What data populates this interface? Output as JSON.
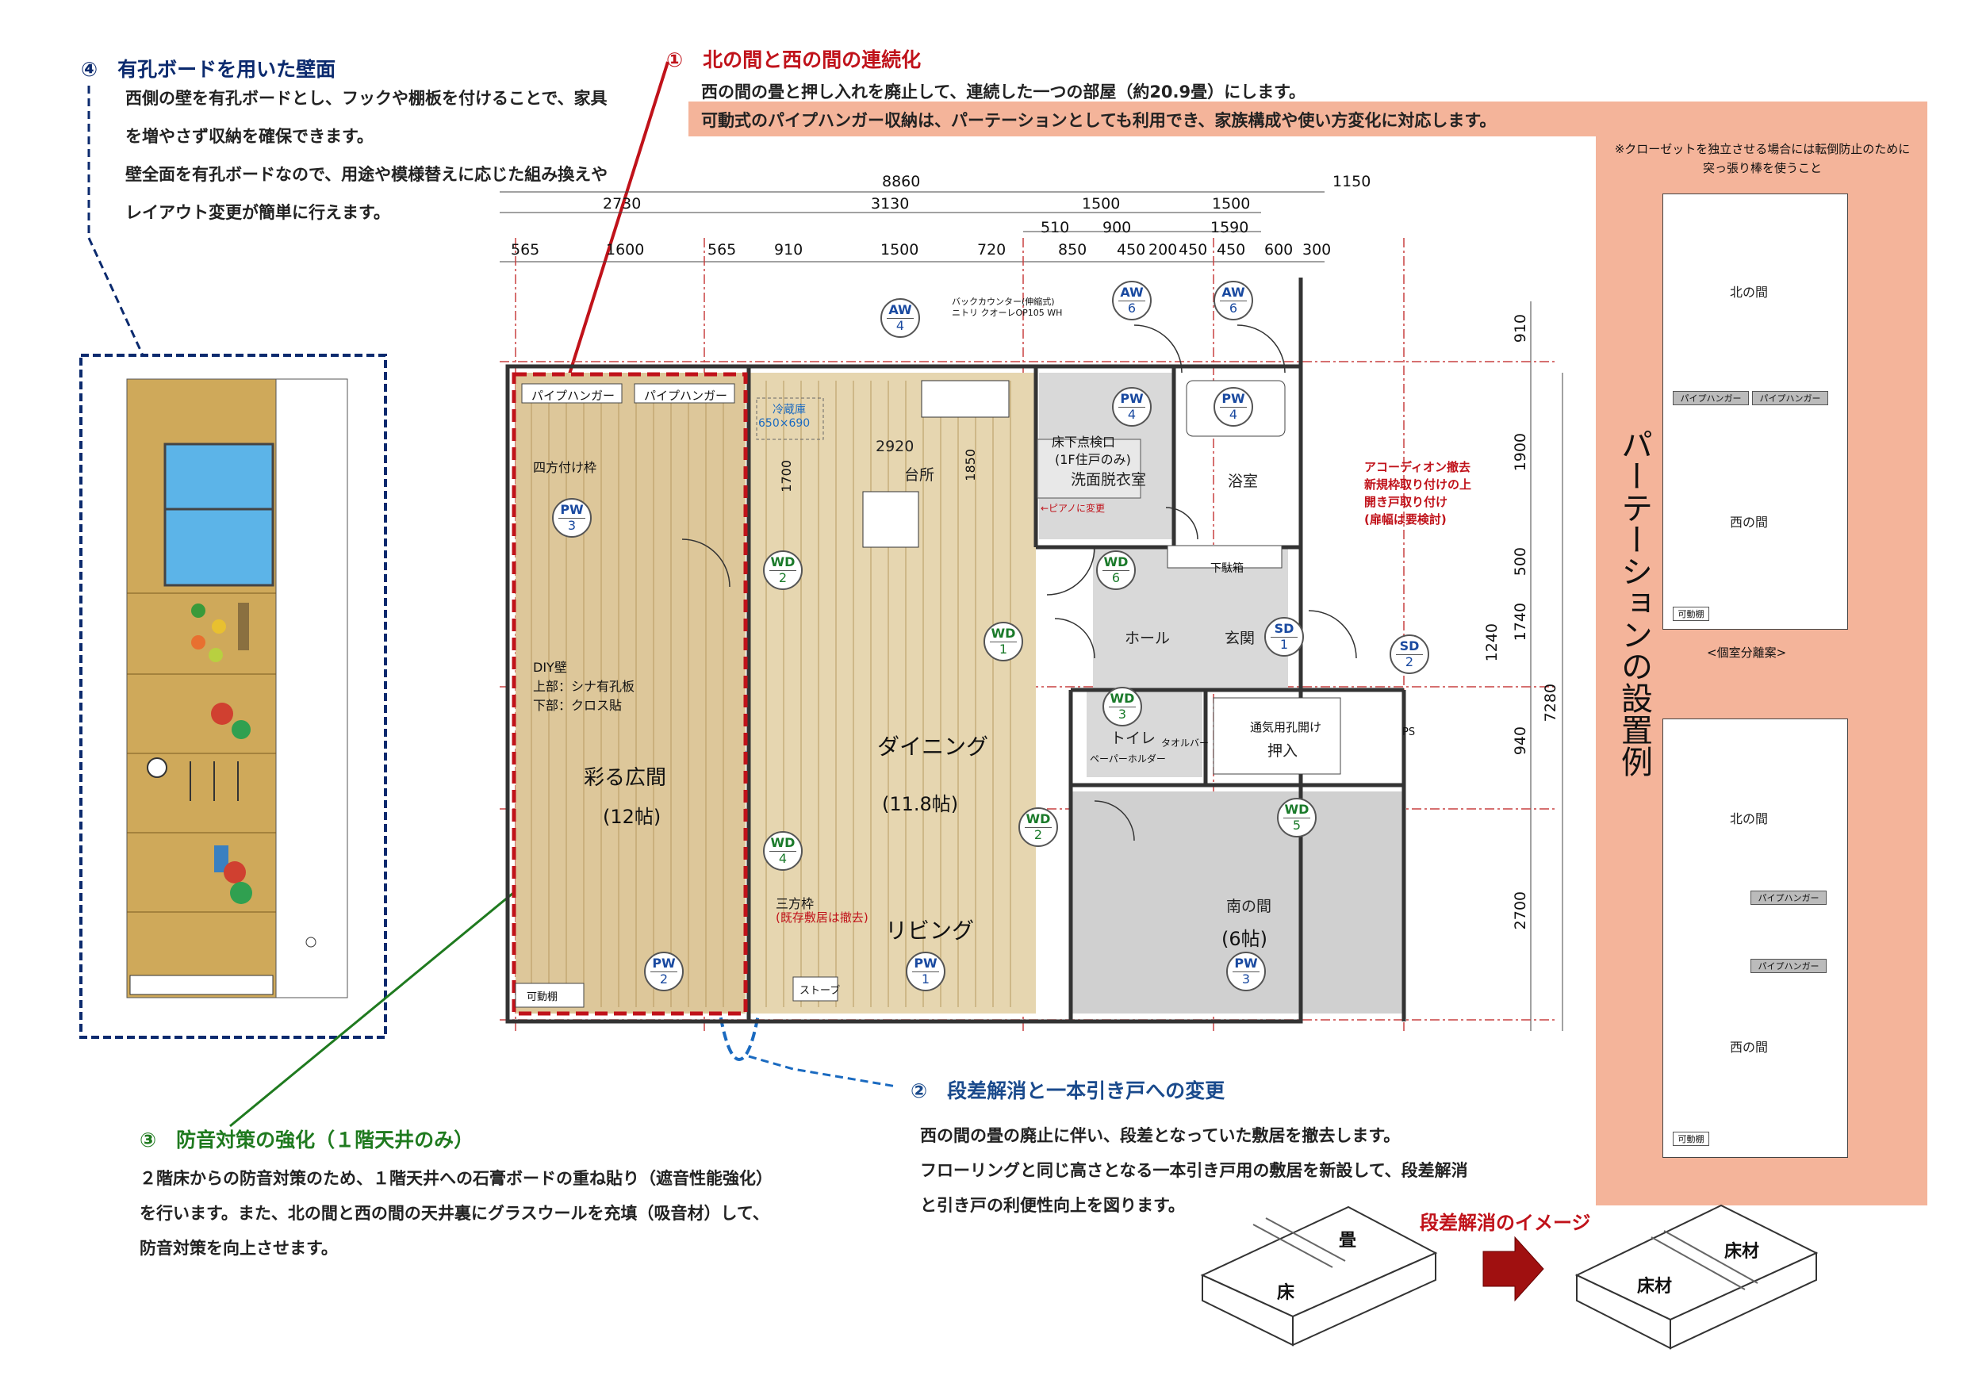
{
  "section4": {
    "heading": "④　有孔ボードを用いた壁面",
    "lines": [
      "西側の壁を有孔ボードとし、フックや棚板を付けることで、家具を増やさず収納を確保できます。",
      "壁全面を有孔ボードなので、用途や模様替えに応じた組み換えやレイアウト変更が簡単に行えます。"
    ]
  },
  "section1": {
    "heading": "①　北の間と西の間の連続化",
    "line1": "西の間の畳と押し入れを廃止して、連続した一つの部屋（約20.9畳）にします。",
    "highlight": "可動式のパイプハンガー収納は、パーテーションとしても利用でき、家族構成や使い方変化に対応します。"
  },
  "section2": {
    "heading": "②　段差解消と一本引き戸への変更",
    "lines": [
      "西の間の畳の廃止に伴い、段差となっていた敷居を撤去します。",
      "フローリングと同じ高さとなる一本引き戸用の敷居を新設して、段差解消",
      "と引き戸の利便性向上を図ります。"
    ],
    "image_title": "段差解消のイメージ",
    "before": {
      "top": "畳",
      "bottom": "床"
    },
    "after": {
      "top": "床材",
      "bottom": "床材"
    }
  },
  "section3": {
    "heading": "③　防音対策の強化（１階天井のみ）",
    "lines": [
      "２階床からの防音対策のため、１階天井への石膏ボードの重ね貼り（遮音性能強化）",
      "を行います。また、北の間と西の間の天井裏にグラスウールを充填（吸音材）して、",
      "防音対策を向上させます。"
    ]
  },
  "partition": {
    "note": "※クローゼットを独立させる場合には転倒防止のために突っ張り棒を使うこと",
    "vertical_title": "パーテーションの設置例",
    "plan1": {
      "north": "北の間",
      "west": "西の間",
      "hanger": "パイプハンガー",
      "shelf": "可動棚",
      "caption": "<個室分離案>"
    },
    "plan2": {
      "north": "北の間",
      "west": "西の間",
      "hanger": "パイプハンガー",
      "shelf": "可動棚"
    }
  },
  "dimensions": {
    "total": "8860",
    "right": "1150",
    "row2": [
      "2730",
      "3130",
      "1500",
      "1500"
    ],
    "row3": [
      "510",
      "900",
      "1590"
    ],
    "row4": [
      "565",
      "1600",
      "565",
      "910",
      "1500",
      "720",
      "850",
      "450",
      "200",
      "450",
      "450",
      "600",
      "300"
    ],
    "right_col": [
      "910",
      "1900",
      "500",
      "1240",
      "1740",
      "940",
      "7280",
      "2700"
    ]
  },
  "rooms": {
    "west_room": "彩る広間",
    "west_size": "(12帖)",
    "dining": "ダイニング",
    "dining_size": "(11.8帖)",
    "living": "リビング",
    "kitchen": "台所",
    "kitchen_dim": "2920",
    "wash": "洗面脱衣室",
    "floor_check": "床下点検口",
    "floor_check2": "(1F住戸のみ)",
    "door_change": "←ピアノに変更",
    "bath": "浴室",
    "shoebox": "下駄箱",
    "hall": "ホール",
    "entrance": "玄関",
    "toilet": "トイレ",
    "towel": "タオルバー",
    "paper": "ペーパーホルダー",
    "vent": "通気用孔開け",
    "closet": "押入",
    "ps": "PS",
    "south": "南の間",
    "south_size": "(6帖)",
    "fridge": "冷蔵庫",
    "fridge_dim": "650×690",
    "fridge_h": "1700",
    "kitchen_h": "1850",
    "counter1": "バックカウンター(伸縮式)",
    "counter2": "ニトリ クオーレOP105 WH",
    "hanger": "パイプハンガー",
    "frame4": "四方付け枠",
    "diy1": "DIY壁",
    "diy2": "上部：シナ有孔板",
    "diy3": "下部：クロス貼",
    "frame3": "三方枠",
    "frame3_note": "(既存敷居は撤去)",
    "shelf": "可動棚",
    "stove": "ストーブ",
    "accordion1": "アコーディオン撤去",
    "accordion2": "新規枠取り付けの上",
    "accordion3": "開き戸取り付け",
    "accordion4": "(扉幅は要検討)"
  },
  "tags": {
    "aw4": [
      "AW",
      "4"
    ],
    "aw6a": [
      "AW",
      "6"
    ],
    "aw6b": [
      "AW",
      "6"
    ],
    "pw4a": [
      "PW",
      "4"
    ],
    "pw4b": [
      "PW",
      "4"
    ],
    "pw3a": [
      "PW",
      "3"
    ],
    "pw2": [
      "PW",
      "2"
    ],
    "pw1": [
      "PW",
      "1"
    ],
    "pw3b": [
      "PW",
      "3"
    ],
    "wd2a": [
      "WD",
      "2"
    ],
    "wd6": [
      "WD",
      "6"
    ],
    "wd1": [
      "WD",
      "1"
    ],
    "sd1": [
      "SD",
      "1"
    ],
    "sd2": [
      "SD",
      "2"
    ],
    "wd3": [
      "WD",
      "3"
    ],
    "wd4": [
      "WD",
      "4"
    ],
    "wd2b": [
      "WD",
      "2"
    ],
    "wd5": [
      "WD",
      "5"
    ]
  },
  "colors": {
    "red": "#c0121a",
    "blue": "#1a4a8c",
    "green": "#1f7a1f",
    "salmon": "#f4b49a",
    "darkblue": "#0b2a6e"
  }
}
